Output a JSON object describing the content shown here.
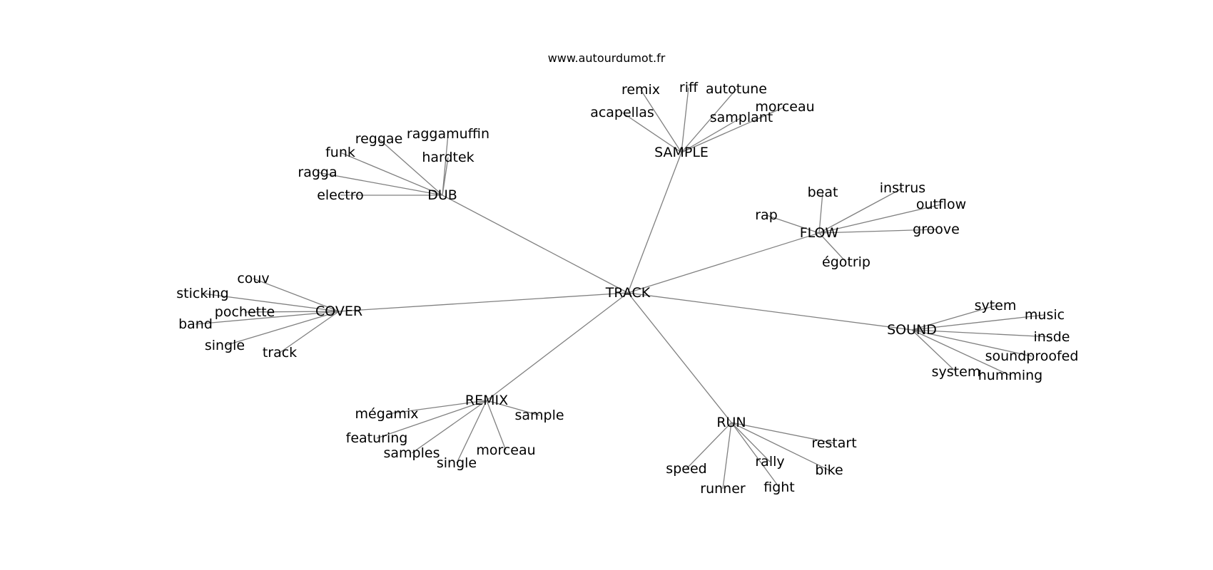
{
  "site_title": "www.autourdumot.fr",
  "edge_color": "#808080",
  "graph": {
    "center": "TRACK",
    "hubs": [
      {
        "id": "DUB",
        "label": "DUB",
        "leaves": [
          "raggamuffin",
          "reggae",
          "hardtek",
          "funk",
          "ragga",
          "electro"
        ]
      },
      {
        "id": "SAMPLE",
        "label": "SAMPLE",
        "leaves": [
          "remix",
          "riff",
          "autotune",
          "acapellas",
          "morceau",
          "samplant"
        ]
      },
      {
        "id": "FLOW",
        "label": "FLOW",
        "leaves": [
          "beat",
          "instrus",
          "outflow",
          "rap",
          "groove",
          "égotrip"
        ]
      },
      {
        "id": "COVER",
        "label": "COVER",
        "leaves": [
          "couv",
          "sticking",
          "pochette",
          "band",
          "single",
          "track"
        ]
      },
      {
        "id": "SOUND",
        "label": "SOUND",
        "leaves": [
          "sytem",
          "music",
          "insde",
          "soundproofed",
          "system",
          "humming"
        ]
      },
      {
        "id": "REMIX",
        "label": "REMIX",
        "leaves": [
          "mégamix",
          "sample",
          "featuring",
          "samples",
          "morceau",
          "single"
        ]
      },
      {
        "id": "RUN",
        "label": "RUN",
        "leaves": [
          "restart",
          "rally",
          "bike",
          "speed",
          "runner",
          "fight"
        ]
      }
    ]
  }
}
